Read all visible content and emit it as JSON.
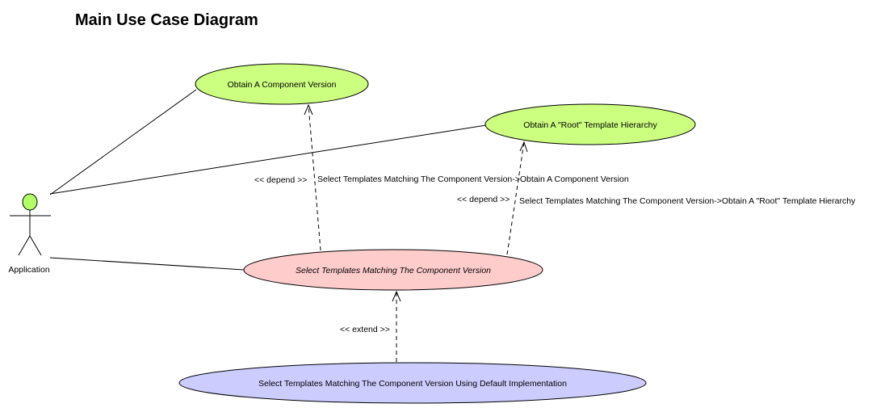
{
  "title": "Main Use Case Diagram",
  "actor": {
    "name": "Application",
    "head_color": "#b3ff66"
  },
  "use_cases": {
    "obtain_component_version": {
      "label": "Obtain A Component Version",
      "fill": "#ccff80"
    },
    "obtain_root_template_hierarchy": {
      "label": "Obtain A \"Root\" Template Hierarchy",
      "fill": "#ccff80"
    },
    "select_templates": {
      "label": "Select Templates Matching The Component Version",
      "fill": "#ffcccc"
    },
    "select_templates_default": {
      "label": "Select Templates Matching The Component Version Using Default Implementation",
      "fill": "#ccccff"
    }
  },
  "relationships": {
    "depend_1": {
      "stereotype": "<< depend >>",
      "name": "Select Templates Matching The Component Version->Obtain A Component Version"
    },
    "depend_2": {
      "stereotype": "<< depend >>",
      "name": "Select Templates Matching The Component Version->Obtain A \"Root\" Template Hierarchy"
    },
    "extend_1": {
      "stereotype": "<< extend >>"
    }
  }
}
